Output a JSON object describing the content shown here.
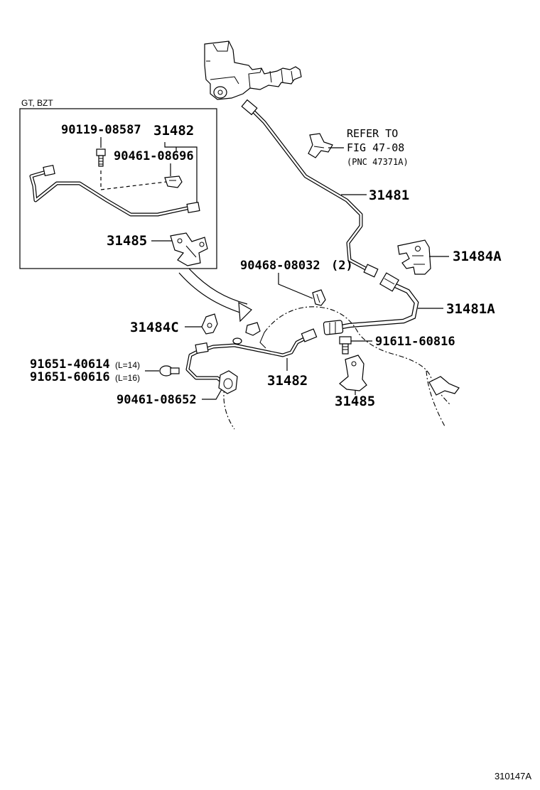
{
  "labels": {
    "inset_title": "GT, BZT",
    "inset_bolt": "90119-08587",
    "inset_pipe": "31482",
    "inset_clip": "90461-08696",
    "inset_bracket": "31485",
    "refer_line1": "REFER TO",
    "refer_line2": "FIG 47-08",
    "refer_line3": "(PNC 47371A)",
    "hose_upper": "31481",
    "bracket_a": "31484A",
    "clip_90468": "90468-08032",
    "clip_90468_qty": "(2)",
    "hose_a": "31481A",
    "bracket_c": "31484C",
    "bolt_91611": "91611-60816",
    "bolt_91651_a": "91651-40614",
    "bolt_91651_a_len": "(L=14)",
    "bolt_91651_b": "91651-60616",
    "bolt_91651_b_len": "(L=16)",
    "pipe_main": "31482",
    "clamp_90461": "90461-08652",
    "bracket_main": "31485",
    "figure_id": "310147A"
  }
}
